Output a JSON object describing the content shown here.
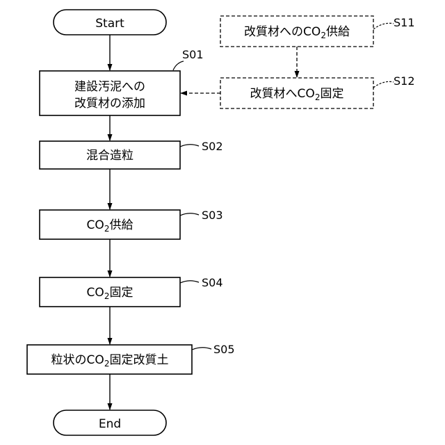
{
  "nodes": {
    "start": "Start",
    "s01_line1": "建設汚泥への",
    "s01_line2": "改質材の添加",
    "s02": "混合造粒",
    "s03_pre": "CO",
    "s03_sub": "2",
    "s03_post": "供給",
    "s04_pre": "CO",
    "s04_sub": "2",
    "s04_post": "固定",
    "s05_pre": "粒状のCO",
    "s05_sub": "2",
    "s05_post": "固定改質土",
    "s11_pre": "改質材へのCO",
    "s11_sub": "2",
    "s11_post": "供給",
    "s12_pre": "改質材へCO",
    "s12_sub": "2",
    "s12_post": "固定",
    "end": "End"
  },
  "step_refs": {
    "s01": "S01",
    "s02": "S02",
    "s03": "S03",
    "s04": "S04",
    "s05": "S05",
    "s11": "S11",
    "s12": "S12"
  }
}
